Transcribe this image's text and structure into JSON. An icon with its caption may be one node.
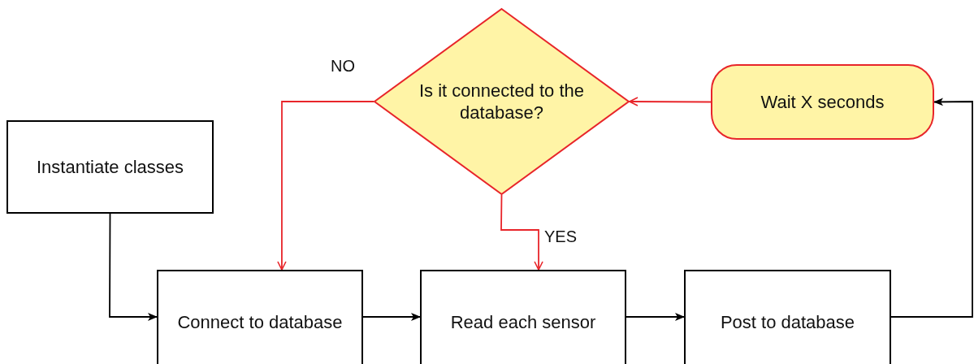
{
  "diagram": {
    "nodes": [
      {
        "text": [
          "Instantiate classes"
        ]
      },
      {
        "text": [
          "Is it connected to the database?"
        ]
      },
      {
        "text": [
          "Wait X seconds"
        ]
      },
      {
        "text": [
          "Connect to database"
        ]
      },
      {
        "text": [
          "Read each sensor"
        ]
      },
      {
        "text": [
          "Post to database"
        ]
      }
    ],
    "edges": [
      {
        "from": 0,
        "to": 3,
        "arrow": "to"
      },
      {
        "from": 3,
        "to": 4,
        "arrow": "to"
      },
      {
        "from": 4,
        "to": 5,
        "arrow": "to"
      },
      {
        "from": 5,
        "to": 2,
        "arrow": "to"
      },
      {
        "from": 2,
        "to": 1,
        "arrow": "to",
        "color": "#e8252a"
      },
      {
        "from": 1,
        "to": 3,
        "arrow": "to",
        "label": "NO",
        "color": "#e8252a"
      },
      {
        "from": 1,
        "to": 4,
        "arrow": "to",
        "label": "YES",
        "color": "#e8252a"
      }
    ]
  }
}
